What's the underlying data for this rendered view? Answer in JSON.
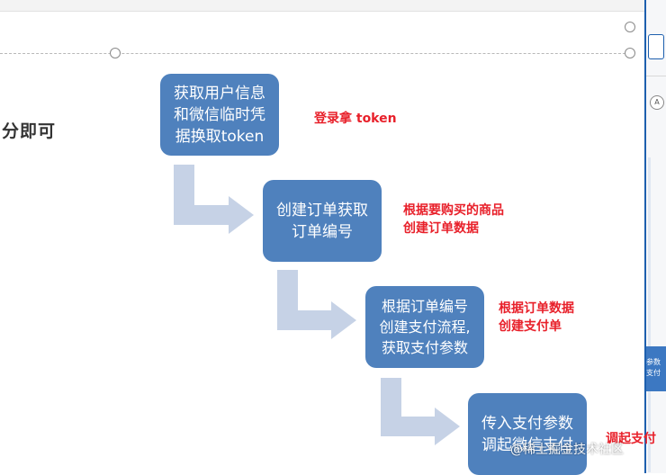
{
  "left_heading": "分即可",
  "steps": [
    {
      "text": "获取用户信息\n和微信临时凭\n据换取token",
      "note": "登录拿 token"
    },
    {
      "text": "创建订单获取\n订单编号",
      "note": "根据要购买的商品\n创建订单数据"
    },
    {
      "text": "根据订单编号\n创建支付流程,\n获取支付参数",
      "note": "根据订单数据\n创建支付单"
    },
    {
      "text": "传入支付参数\n调起微信支付",
      "note": "调起支付"
    }
  ],
  "side_panel": {
    "badge_lines": [
      "参数",
      "支付"
    ],
    "circle_glyph": "A"
  },
  "watermark": "@稀土掘金技术社区",
  "colors": {
    "box": "#4f81bd",
    "arrow": "#c6d2e6",
    "note": "#e8202a"
  }
}
